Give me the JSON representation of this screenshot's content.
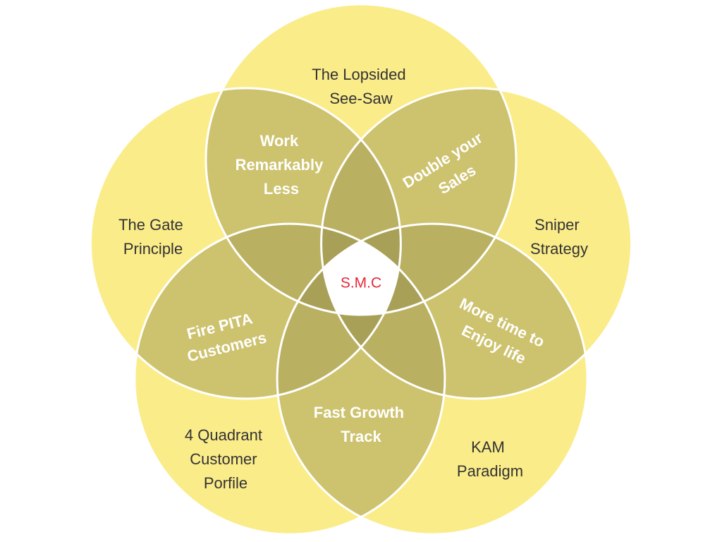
{
  "diagram": {
    "center": {
      "label": "S.M.C"
    },
    "circles": {
      "top": {
        "lines": [
          "The Lopsided",
          "See-Saw"
        ]
      },
      "upper_left": {
        "lines": [
          "The Gate",
          "Principle"
        ]
      },
      "upper_right": {
        "lines": [
          "Sniper",
          "Strategy"
        ]
      },
      "lower_left": {
        "lines": [
          "4 Quadrant",
          "Customer",
          "Porfile"
        ]
      },
      "lower_right": {
        "lines": [
          "KAM",
          "Paradigm"
        ]
      }
    },
    "overlaps": {
      "top_and_upper_left": {
        "lines": [
          "Work",
          "Remarkably",
          "Less"
        ]
      },
      "top_and_upper_right": {
        "lines": [
          "Double your",
          "Sales"
        ]
      },
      "upper_left_and_lower_left": {
        "lines": [
          "Fire PITA",
          "Customers"
        ]
      },
      "upper_right_and_lower_right": {
        "lines": [
          "More time to",
          "Enjoy life"
        ]
      },
      "lower_left_and_lower_right": {
        "lines": [
          "Fast Growth",
          "Track"
        ]
      }
    },
    "colors": {
      "circle_fill": "#fbec8a",
      "overlap_shade": "#141200",
      "circle_outline": "#ffffff",
      "center_fill": "#ffffff",
      "center_text": "#e8283a",
      "circle_text": "#333333",
      "overlap_text": "#ffffff"
    }
  }
}
